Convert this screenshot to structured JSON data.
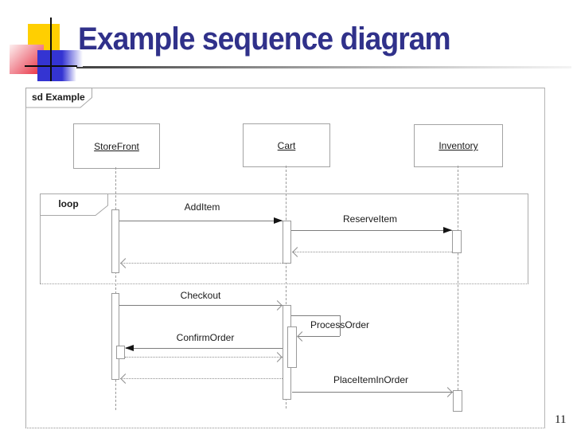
{
  "slide": {
    "title": "Example sequence diagram",
    "page_number": "11"
  },
  "colors": {
    "title_text": "#30318a",
    "accent_yellow": "#ffcf01",
    "accent_red": "#e8273a",
    "accent_blue": "#3434d2",
    "diagram_lines": "#9a9a9a",
    "message_text": "#1a1a1a"
  },
  "diagram": {
    "frame": {
      "label": "sd Example"
    },
    "fragment": {
      "label": "loop",
      "covers": [
        "StoreFront",
        "Cart",
        "Inventory"
      ]
    },
    "lifelines": [
      {
        "name": "StoreFront"
      },
      {
        "name": "Cart"
      },
      {
        "name": "Inventory"
      }
    ],
    "messages": [
      {
        "label": "AddItem",
        "from": "StoreFront",
        "to": "Cart",
        "style": "solid-filled-arrow"
      },
      {
        "label": "ReserveItem",
        "from": "Cart",
        "to": "Inventory",
        "style": "solid-filled-arrow"
      },
      {
        "label": "",
        "from": "Inventory",
        "to": "Cart",
        "style": "dotted-open-arrow"
      },
      {
        "label": "",
        "from": "Cart",
        "to": "StoreFront",
        "style": "dotted-open-arrow"
      },
      {
        "label": "Checkout",
        "from": "StoreFront",
        "to": "Cart",
        "style": "solid-open-arrow"
      },
      {
        "label": "ProcessOrder",
        "from": "Cart",
        "to": "Cart",
        "style": "self-open-arrow"
      },
      {
        "label": "ConfirmOrder",
        "from": "Cart",
        "to": "StoreFront",
        "style": "solid-filled-arrow"
      },
      {
        "label": "",
        "from": "StoreFront",
        "to": "Cart",
        "style": "dotted-open-arrow"
      },
      {
        "label": "",
        "from": "Cart",
        "to": "StoreFront",
        "style": "dotted-open-arrow"
      },
      {
        "label": "PlaceItemInOrder",
        "from": "Cart",
        "to": "Inventory",
        "style": "solid-open-arrow"
      }
    ]
  }
}
